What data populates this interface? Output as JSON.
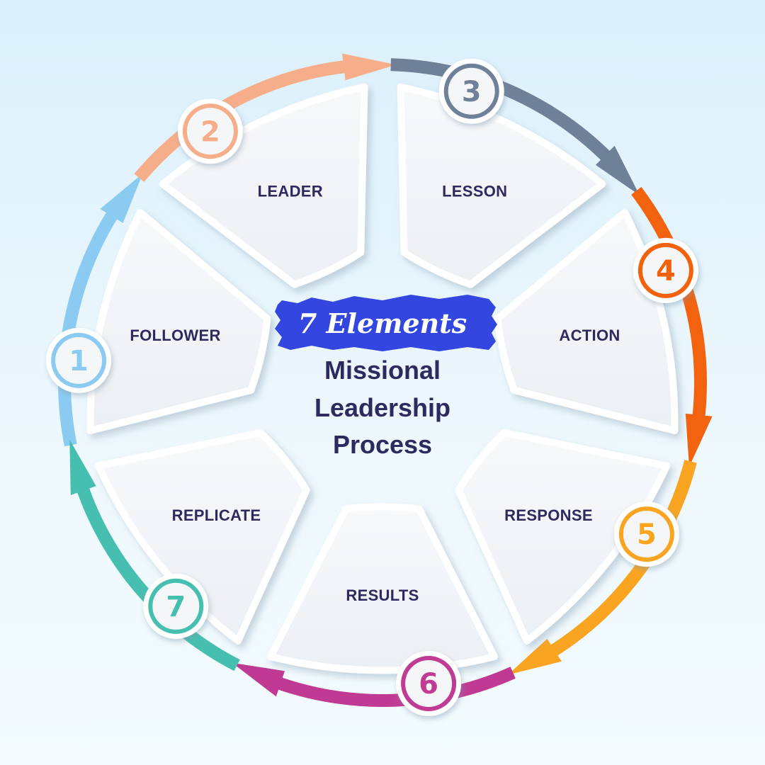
{
  "center": {
    "tag": "7 Elements",
    "title_lines": [
      "Missional",
      "Leadership",
      "Process"
    ],
    "tag_color": "#3347e0"
  },
  "segments": [
    {
      "number": "1",
      "label": "FOLLOWER",
      "color": "#8ccbf1"
    },
    {
      "number": "2",
      "label": "LEADER",
      "color": "#f6ae8a"
    },
    {
      "number": "3",
      "label": "LESSON",
      "color": "#6e8198"
    },
    {
      "number": "4",
      "label": "ACTION",
      "color": "#f2620f"
    },
    {
      "number": "5",
      "label": "RESPONSE",
      "color": "#f9a521"
    },
    {
      "number": "6",
      "label": "RESULTS",
      "color": "#c03a93"
    },
    {
      "number": "7",
      "label": "REPLICATE",
      "color": "#47bfb0"
    }
  ]
}
